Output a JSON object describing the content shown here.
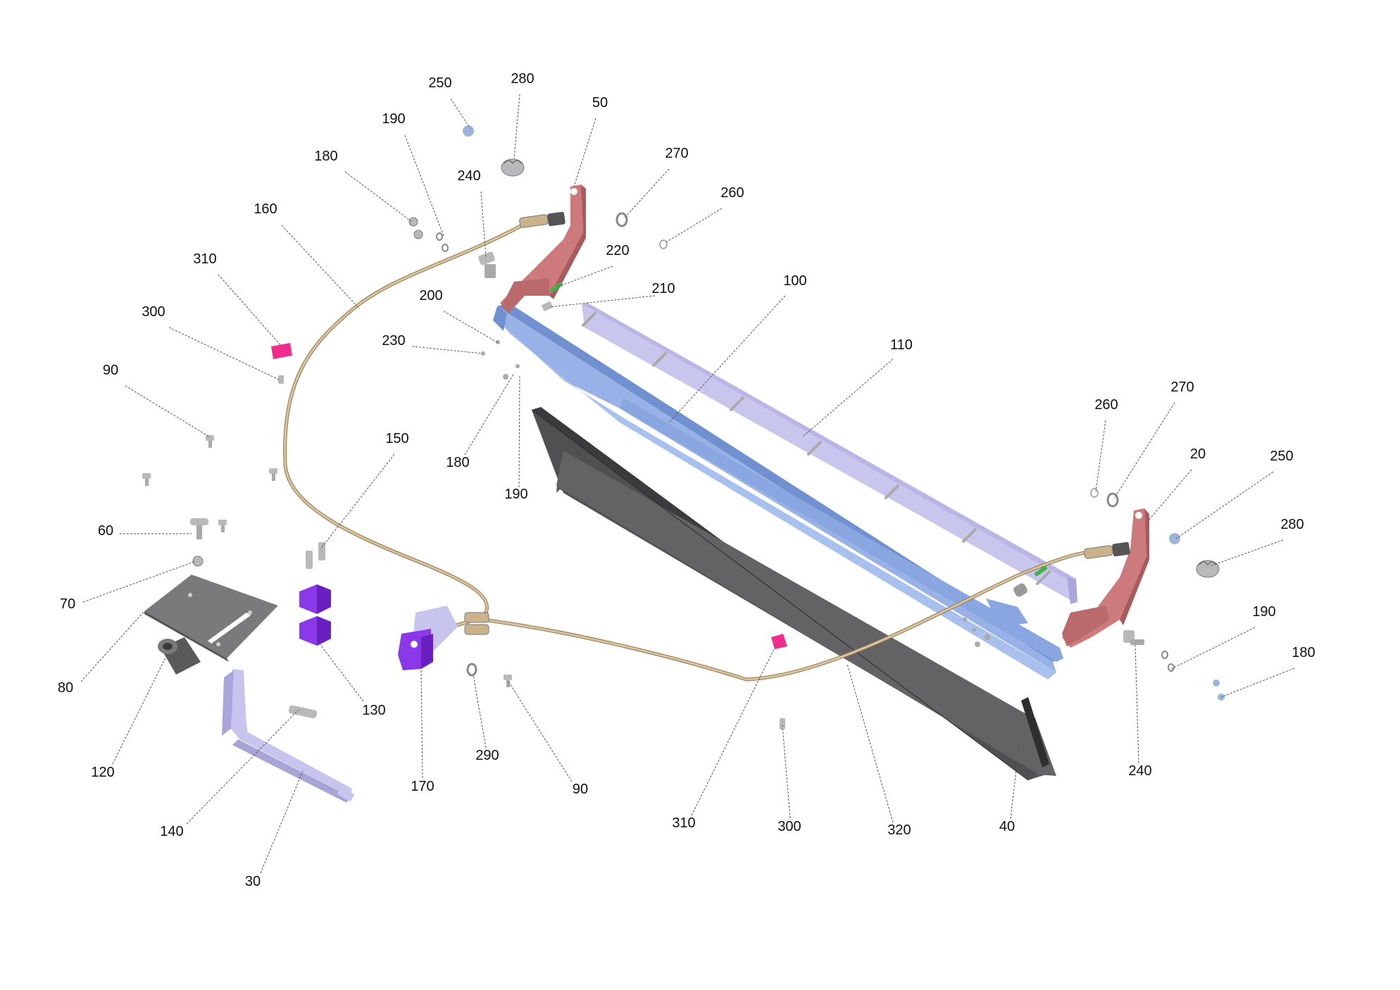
{
  "colors": {
    "bracket_red": "#cc7a7c",
    "bracket_red_dark": "#a85a5c",
    "frame_blue": "#98b2e8",
    "frame_blue_dark": "#7090d0",
    "rail_lavender": "#c9c6ee",
    "blade_gray": "#58585a",
    "blade_dark": "#3b3b3d",
    "cable_tan": "#c9b28c",
    "cable_dark": "#8f7752",
    "lever_lavender": "#c7c5ee",
    "clamp_purple": "#8a38e8",
    "clip_pink": "#ee2d8c",
    "hardware_gray": "#b9b9bb",
    "hardware_blue": "#9bb4dc",
    "plate_gray": "#7a7a7c"
  },
  "parts": [
    {
      "id": "p250a",
      "label": "250"
    },
    {
      "id": "p280a",
      "label": "280"
    },
    {
      "id": "p50",
      "label": "50"
    },
    {
      "id": "p190a",
      "label": "190"
    },
    {
      "id": "p180a",
      "label": "180"
    },
    {
      "id": "p270a",
      "label": "270"
    },
    {
      "id": "p240a",
      "label": "240"
    },
    {
      "id": "p260a",
      "label": "260"
    },
    {
      "id": "p160",
      "label": "160"
    },
    {
      "id": "p220",
      "label": "220"
    },
    {
      "id": "p310a",
      "label": "310"
    },
    {
      "id": "p210",
      "label": "210"
    },
    {
      "id": "p100",
      "label": "100"
    },
    {
      "id": "p200",
      "label": "200"
    },
    {
      "id": "p300a",
      "label": "300"
    },
    {
      "id": "p230",
      "label": "230"
    },
    {
      "id": "p110",
      "label": "110"
    },
    {
      "id": "p90a",
      "label": "90"
    },
    {
      "id": "p260b",
      "label": "260"
    },
    {
      "id": "p270b",
      "label": "270"
    },
    {
      "id": "p150",
      "label": "150"
    },
    {
      "id": "p180b",
      "label": "180"
    },
    {
      "id": "p20",
      "label": "20"
    },
    {
      "id": "p250b",
      "label": "250"
    },
    {
      "id": "p190b",
      "label": "190"
    },
    {
      "id": "p60",
      "label": "60"
    },
    {
      "id": "p280b",
      "label": "280"
    },
    {
      "id": "p70",
      "label": "70"
    },
    {
      "id": "p190c",
      "label": "190"
    },
    {
      "id": "p180c",
      "label": "180"
    },
    {
      "id": "p80",
      "label": "80"
    },
    {
      "id": "p130",
      "label": "130"
    },
    {
      "id": "p290",
      "label": "290"
    },
    {
      "id": "p120",
      "label": "120"
    },
    {
      "id": "p240b",
      "label": "240"
    },
    {
      "id": "p170",
      "label": "170"
    },
    {
      "id": "p90b",
      "label": "90"
    },
    {
      "id": "p140",
      "label": "140"
    },
    {
      "id": "p310b",
      "label": "310"
    },
    {
      "id": "p300b",
      "label": "300"
    },
    {
      "id": "p320",
      "label": "320"
    },
    {
      "id": "p40",
      "label": "40"
    },
    {
      "id": "p30",
      "label": "30"
    }
  ]
}
